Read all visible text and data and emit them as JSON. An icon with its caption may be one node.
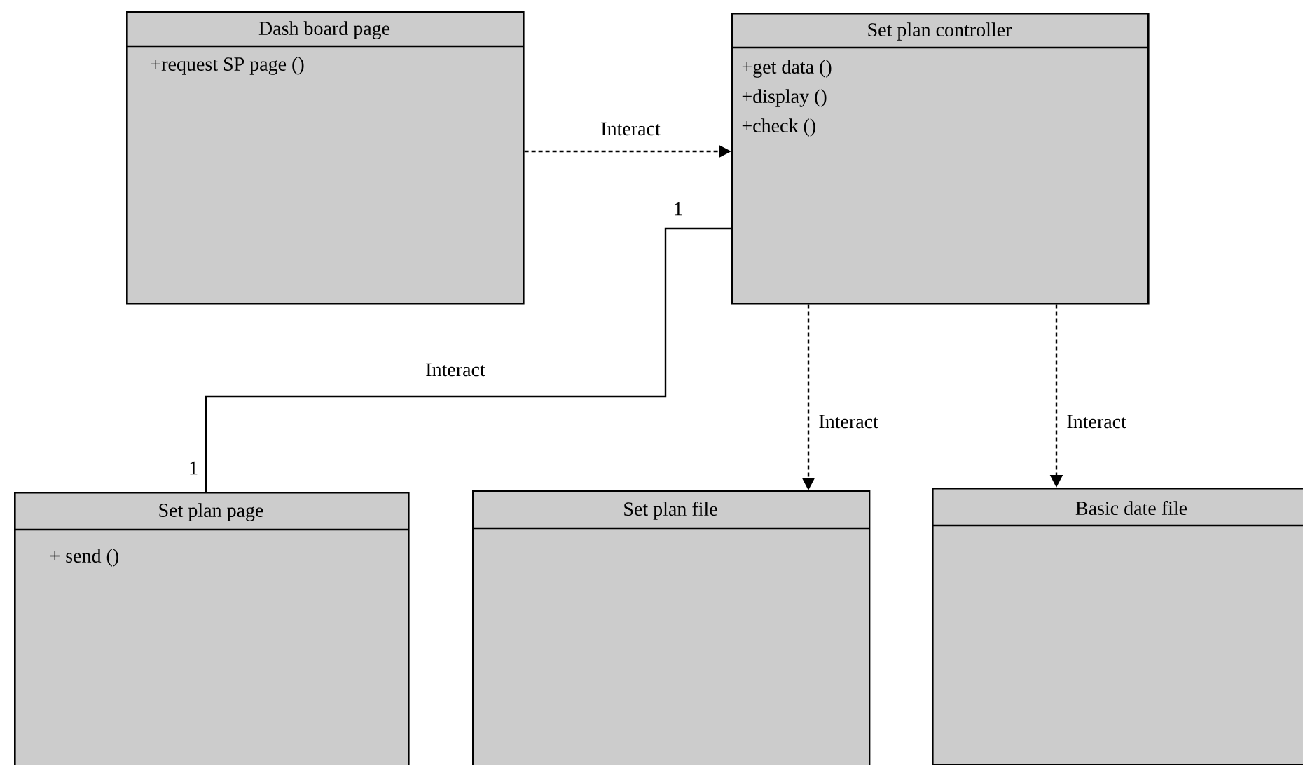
{
  "diagram": {
    "nodes": [
      {
        "text": [
          "Dash board page",
          "+request SP page ()"
        ]
      },
      {
        "text": [
          "Set plan controller",
          "+get data ()",
          "+display ()",
          "+check ()"
        ]
      },
      {
        "text": [
          "Set plan page",
          "+ send ()"
        ]
      },
      {
        "text": [
          "Set plan file"
        ]
      },
      {
        "text": [
          "Basic date file"
        ]
      }
    ],
    "edges": [
      {
        "from": 0,
        "to": 1,
        "arrow": "to",
        "label": "Interact",
        "style": "dashed"
      },
      {
        "from": 1,
        "to": 2,
        "arrow": "none",
        "label": "Interact"
      },
      {
        "from": 1,
        "to": 3,
        "arrow": "to",
        "label": "Interact",
        "style": "dashed"
      },
      {
        "from": 1,
        "to": 4,
        "arrow": "to",
        "label": "Interact",
        "style": "dashed"
      }
    ],
    "labels": [
      "1",
      "1"
    ]
  }
}
